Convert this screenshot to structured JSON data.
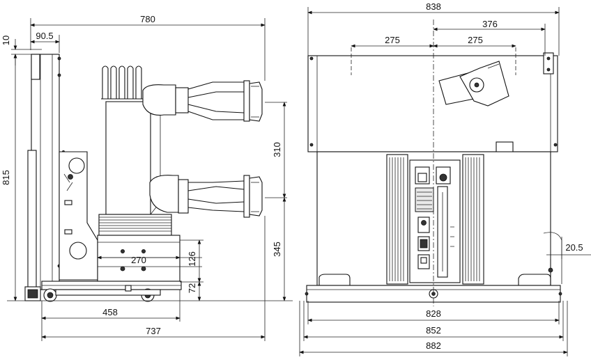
{
  "left_view": {
    "dims": {
      "total_width": "780",
      "top_offset": "90.5",
      "top_gap": "10",
      "height": "815",
      "terminal_spacing": "310",
      "lower_terminal_height": "345",
      "base_width": "270",
      "base_height": "126",
      "wheel_height": "72",
      "wheel_span": "458",
      "overall_depth": "737"
    }
  },
  "right_view": {
    "dims": {
      "overall_width": "838",
      "half_offset": "376",
      "phase_left": "275",
      "phase_right": "275",
      "side_offset": "20.5",
      "base_828": "828",
      "base_852": "852",
      "base_882": "882"
    }
  }
}
